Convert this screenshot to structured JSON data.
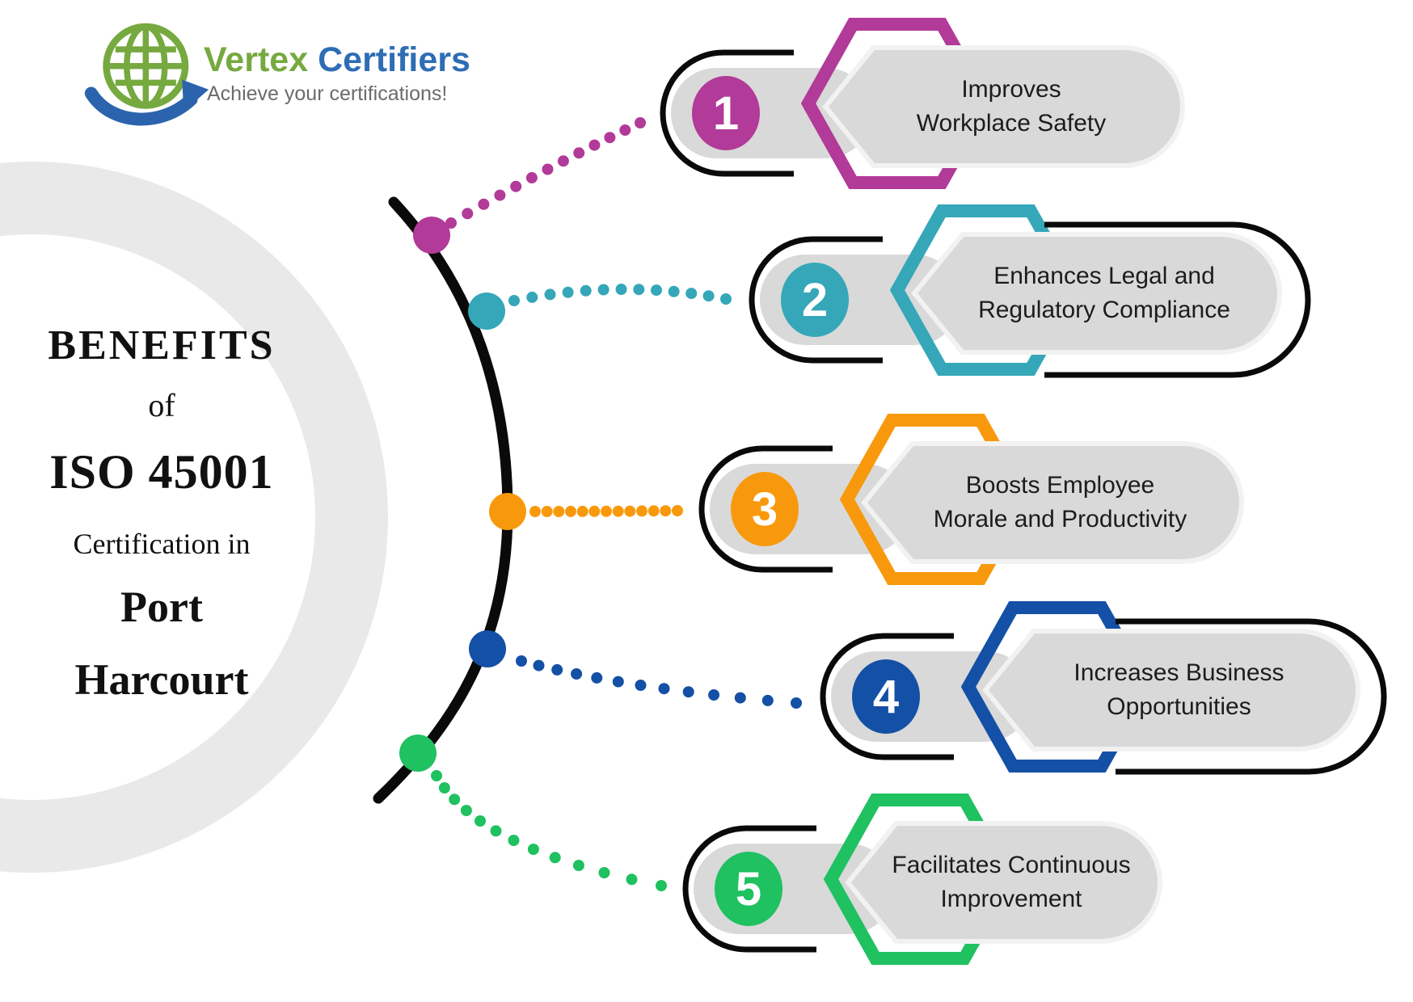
{
  "logo": {
    "brand_primary": "Vertex",
    "brand_secondary": "Certifiers",
    "tagline": "Achieve your certifications!",
    "globe_color": "#76a93f",
    "arrow_color": "#2b64ad",
    "brand_primary_color": "#76a93f",
    "brand_secondary_color": "#2e6db4",
    "tagline_color": "#6b6b6b"
  },
  "title": {
    "line_benefits": "BENEFITS",
    "line_of": "of",
    "line_iso": "ISO 45001",
    "line_cert": "Certification in",
    "line_port": "Port",
    "line_harcourt": "Harcourt"
  },
  "items": [
    {
      "number": "1",
      "label_line1": "Improves",
      "label_line2": "Workplace Safety",
      "color": "#b23a98"
    },
    {
      "number": "2",
      "label_line1": "Enhances Legal and",
      "label_line2": "Regulatory Compliance",
      "color": "#35a7b9"
    },
    {
      "number": "3",
      "label_line1": "Boosts Employee",
      "label_line2": "Morale and Productivity",
      "color": "#f8990d"
    },
    {
      "number": "4",
      "label_line1": "Increases Business",
      "label_line2": "Opportunities",
      "color": "#1450a5"
    },
    {
      "number": "5",
      "label_line1": "Facilitates Continuous",
      "label_line2": "Improvement",
      "color": "#1fc160"
    }
  ],
  "palette": {
    "background": "#ffffff",
    "pill_gray": "#d9d9d9",
    "panel_ring": "#f2f2f2",
    "ring_gray": "#e9e9e9",
    "line_black": "#0a0a0a",
    "text_black": "#1c1c1c",
    "number_text": "#ffffff"
  }
}
